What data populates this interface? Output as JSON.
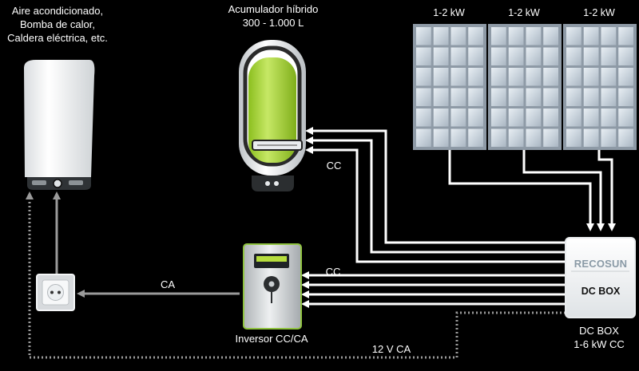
{
  "labels": {
    "appliances_line1": "Aire acondicionado,",
    "appliances_line2": "Bomba de calor,",
    "appliances_line3": "Caldera eléctrica, etc.",
    "accumulator_line1": "Acumulador híbrido",
    "accumulator_line2": "300 - 1.000 L",
    "panel_1": "1-2 kW",
    "panel_2": "1-2 kW",
    "panel_3": "1-2 kW",
    "cc_top": "CC",
    "cc_middle": "CC",
    "ca": "CA",
    "inverter": "Inversor CC/CA",
    "ac_12v": "12 V CA",
    "dcbox_brand": "RECOSUN",
    "dcbox_title": "DC BOX",
    "dcbox_caption_line1": "DC BOX",
    "dcbox_caption_line2": "1-6 kW CC"
  },
  "colors": {
    "background": "#000000",
    "wire": "#ffffff",
    "signal_dotted": "#9a9a9a",
    "tank_green": "#a8d23a",
    "inverter_border": "#8fc33f"
  }
}
